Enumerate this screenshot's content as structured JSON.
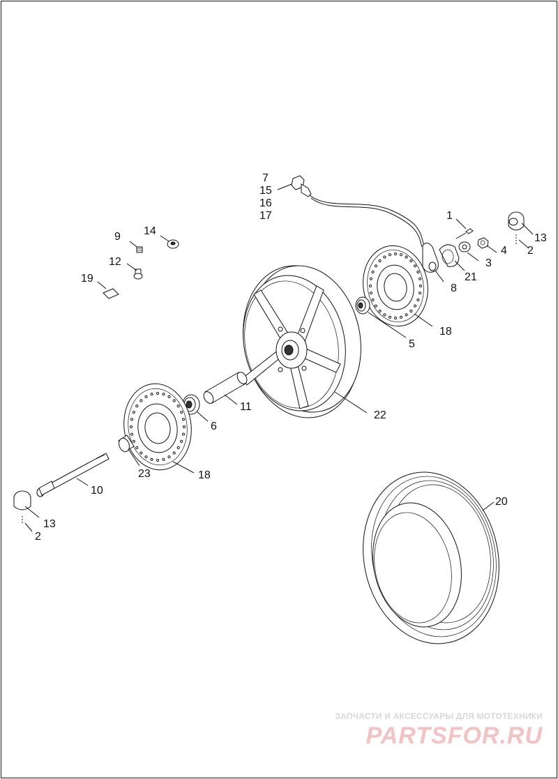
{
  "callouts": {
    "c7": "7",
    "c15": "15",
    "c16": "16",
    "c17": "17",
    "c1": "1",
    "c13a": "13",
    "c2a": "2",
    "c4": "4",
    "c3": "3",
    "c21": "21",
    "c8": "8",
    "c18a": "18",
    "c5": "5",
    "c9": "9",
    "c14": "14",
    "c12": "12",
    "c19": "19",
    "c11": "11",
    "c22": "22",
    "c6": "6",
    "c23": "23",
    "c18b": "18",
    "c10": "10",
    "c13b": "13",
    "c2b": "2",
    "c20": "20"
  },
  "watermark": {
    "caption": "ЗАПЧАСТИ И АКСЕССУАРЫ ДЛЯ МОТОТЕХНИКИ",
    "brand": "PARTSFOR.RU"
  },
  "colors": {
    "line": "#111111",
    "watermark_brand": "#f3c2c2",
    "watermark_caption": "#d8d8d8"
  }
}
